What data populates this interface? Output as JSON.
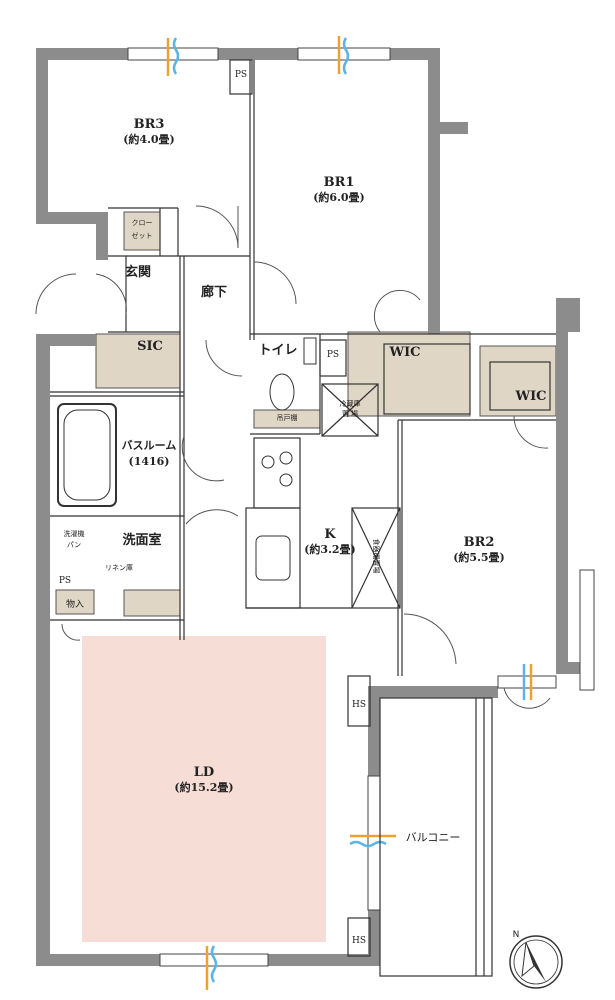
{
  "rooms": {
    "br3": {
      "name": "BR3",
      "size": "(約4.0畳)"
    },
    "br1": {
      "name": "BR1",
      "size": "(約6.0畳)"
    },
    "br2": {
      "name": "BR2",
      "size": "(約5.5畳)"
    },
    "k": {
      "name": "K",
      "size": "(約3.2畳)"
    },
    "ld": {
      "name": "LD",
      "size": "(約15.2畳)"
    },
    "closet": {
      "line1": "クロー",
      "line2": "ゼット"
    },
    "entrance": "玄関",
    "corridor": "廊下",
    "sic": "SIC",
    "toilet": "トイレ",
    "wic1": "WIC",
    "wic2": "WIC",
    "bath": {
      "name": "バスルーム",
      "size": "(1416)"
    },
    "washroom": "洗面室",
    "washer": {
      "line1": "洗濯機",
      "line2": "パン"
    },
    "linen": "リネン庫",
    "storage": "物入",
    "balcony": "バルコニー",
    "shelf": "吊戸棚",
    "fridge": {
      "line1": "冷蔵庫",
      "line2": "置 場"
    },
    "cupboard": "食器棚置場"
  },
  "labels": {
    "ps1": "PS",
    "ps2": "PS",
    "ps3": "PS",
    "hs1": "HS",
    "hs2": "HS",
    "north": "N"
  },
  "colors": {
    "wall": "#8c8c8c",
    "ld_floor": "#f6ddd5",
    "fixture": "#e0d6c6",
    "line": "#333333",
    "window_orange": "#f0a030",
    "window_blue": "#5ab4e6"
  }
}
